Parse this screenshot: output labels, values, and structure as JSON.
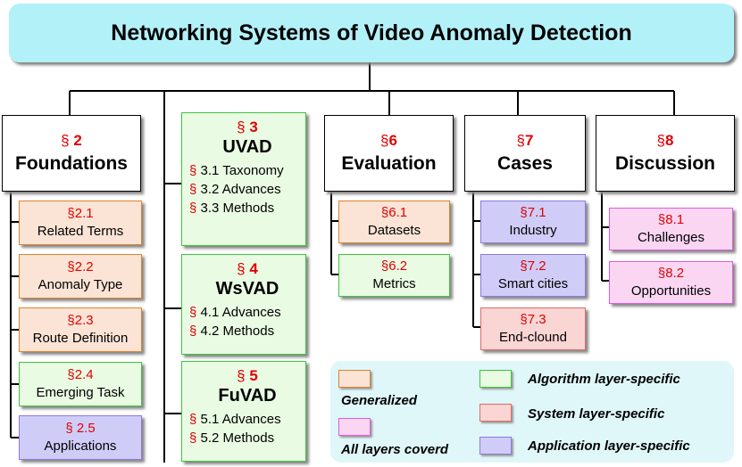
{
  "title": "Networking Systems of Video Anomaly Detection",
  "symbol": "§",
  "categories": [
    {
      "num": "2",
      "name": "Foundations"
    },
    {
      "num": "6",
      "name": "Evaluation"
    },
    {
      "num": "7",
      "name": "Cases"
    },
    {
      "num": "8",
      "name": "Discussion"
    }
  ],
  "foundations_items": [
    {
      "num": "2.1",
      "label": "Related Terms"
    },
    {
      "num": "2.2",
      "label": "Anomaly Type"
    },
    {
      "num": "2.3",
      "label": "Route Definition"
    },
    {
      "num": "2.4",
      "label": "Emerging Task"
    },
    {
      "num": "2.5",
      "label": "Applications"
    }
  ],
  "vad": [
    {
      "num": "3",
      "name": "UVAD",
      "items": [
        {
          "num": "3.1",
          "label": "Taxonomy"
        },
        {
          "num": "3.2",
          "label": "Advances"
        },
        {
          "num": "3.3",
          "label": "Methods"
        }
      ]
    },
    {
      "num": "4",
      "name": "WsVAD",
      "items": [
        {
          "num": "4.1",
          "label": "Advances"
        },
        {
          "num": "4.2",
          "label": "Methods"
        }
      ]
    },
    {
      "num": "5",
      "name": "FuVAD",
      "items": [
        {
          "num": "5.1",
          "label": "Advances"
        },
        {
          "num": "5.2",
          "label": "Methods"
        }
      ]
    }
  ],
  "evaluation_items": [
    {
      "num": "6.1",
      "label": "Datasets"
    },
    {
      "num": "6.2",
      "label": "Metrics"
    }
  ],
  "cases_items": [
    {
      "num": "7.1",
      "label": "Industry"
    },
    {
      "num": "7.2",
      "label": "Smart cities"
    },
    {
      "num": "7.3",
      "label": "End-clound"
    }
  ],
  "discussion_items": [
    {
      "num": "8.1",
      "label": "Challenges"
    },
    {
      "num": "8.2",
      "label": "Opportunities"
    }
  ],
  "legend": {
    "generalized": "Generalized",
    "all_layers": "All layers coverd",
    "algorithm": "Algorithm layer-specific",
    "system": "System layer-specific",
    "application": "Application layer-specific"
  },
  "colors": {
    "title_bg": "#b3f1f9",
    "section_red": "#e00000",
    "generalized": "#fbe4d5",
    "algorithm": "#e9fbe3",
    "application": "#cfcdf7",
    "system": "#f9d6d4",
    "all_layers": "#fad6f3",
    "legend_bg": "#dff7f9"
  }
}
